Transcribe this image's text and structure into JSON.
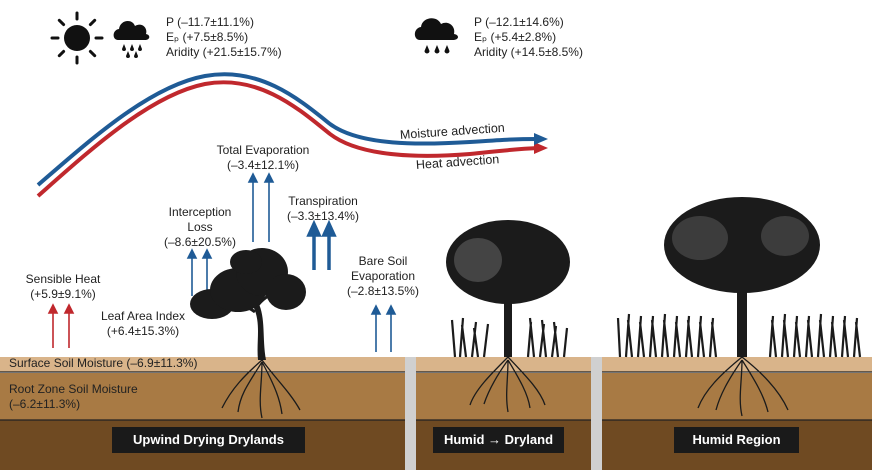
{
  "climate_left": {
    "p": "P (–11.7±11.1%)",
    "ep": "Eₚ (+7.5±8.5%)",
    "aridity": "Aridity (+21.5±15.7%)"
  },
  "climate_right": {
    "p": "P (–12.1±14.6%)",
    "ep": "Eₚ (+5.4±2.8%)",
    "aridity": "Aridity (+14.5±8.5%)"
  },
  "advection": {
    "moisture": "Moisture advection",
    "heat": "Heat advection",
    "colors": {
      "moisture": "#1f5b96",
      "heat": "#c0282d"
    }
  },
  "fluxes": {
    "total_evaporation": {
      "title": "Total Evaporation",
      "value": "(–3.4±12.1%)"
    },
    "transpiration": {
      "title": "Transpiration",
      "value": "(–3.3±13.4%)"
    },
    "interception": {
      "title1": "Interception",
      "title2": "Loss",
      "value": "(–8.6±20.5%)"
    },
    "sensible_heat": {
      "title": "Sensible Heat",
      "value": "(+5.9±9.1%)"
    },
    "leaf_area_index": {
      "title": "Leaf Area Index",
      "value": "(+6.4±15.3%)"
    },
    "bare_soil": {
      "title1": "Bare Soil",
      "title2": "Evaporation",
      "value": "(–2.8±13.5%)"
    }
  },
  "soil": {
    "surface": "Surface Soil Moisture (–6.9±11.3%)",
    "root_zone_title": "Root Zone Soil Moisture",
    "root_zone_value": "(–6.2±11.3%)",
    "colors": {
      "surface": "#d9b48a",
      "root": "#a87a44",
      "deep": "#6f4a22"
    }
  },
  "regions": {
    "upwind": "Upwind Drying Drylands",
    "transition": "Humid → Dryland",
    "humid": "Humid Region"
  },
  "icons": [
    "sun-icon",
    "rain-cloud-icon"
  ]
}
